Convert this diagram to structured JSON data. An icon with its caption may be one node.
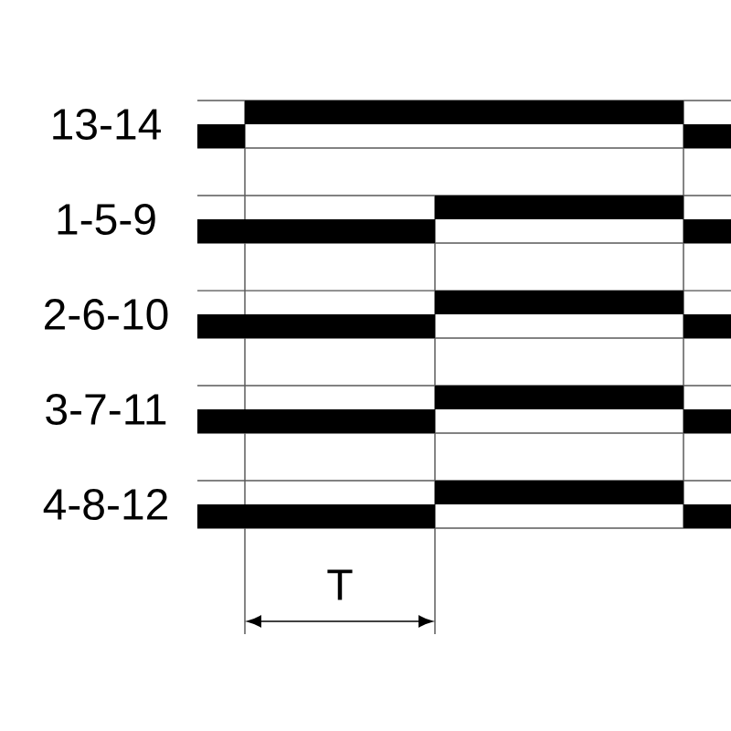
{
  "diagram": {
    "labels": [
      "13-14",
      "1-5-9",
      "2-6-10",
      "3-7-11",
      "4-8-12",
      "T"
    ]
  }
}
